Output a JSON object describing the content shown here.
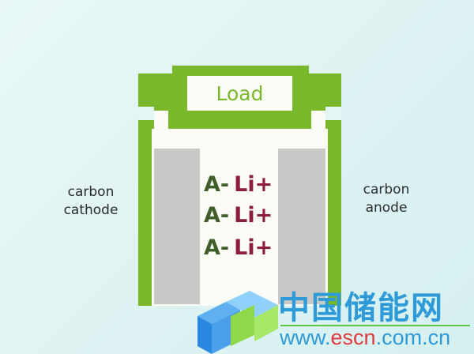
{
  "load_label": "Load",
  "left_label": [
    "carbon",
    "cathode"
  ],
  "right_label": [
    "carbon",
    "anode"
  ],
  "ions": [
    {
      "anion": "A-",
      "cation": "Li+"
    },
    {
      "anion": "A-",
      "cation": "Li+"
    },
    {
      "anion": "A-",
      "cation": "Li+"
    }
  ],
  "watermark": {
    "chinese": "中国储能网",
    "url_prefix": "www.",
    "url_brand": "escn",
    "url_suffix": ".com.cn"
  },
  "colors": {
    "frame": "#78b82a",
    "anion": "#3f5e2a",
    "cation": "#8c1d3c",
    "electrode": "#c9c8c6"
  }
}
